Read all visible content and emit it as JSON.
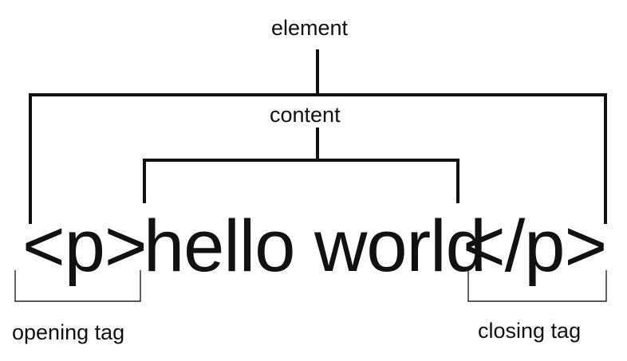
{
  "labels": {
    "element": "element",
    "content": "content",
    "opening_tag": "opening tag",
    "closing_tag": "closing tag"
  },
  "code": {
    "opening_tag": "<p>",
    "content": "hello world",
    "closing_tag": "</p>"
  }
}
